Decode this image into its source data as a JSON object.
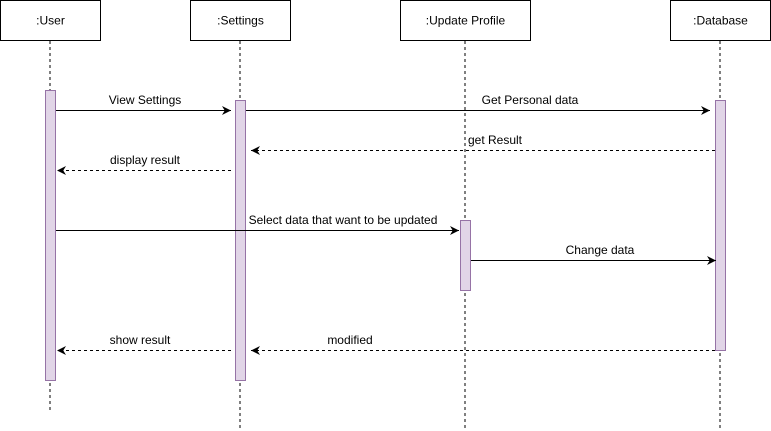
{
  "diagram": {
    "type": "uml-sequence",
    "colors": {
      "background": "#ffffff",
      "line": "#000000",
      "activation_fill": "#e1d5e7",
      "activation_stroke": "#9673a6"
    },
    "participants": [
      {
        "id": "user",
        "label": ":User"
      },
      {
        "id": "settings",
        "label": ":Settings"
      },
      {
        "id": "update",
        "label": ":Update Profile"
      },
      {
        "id": "database",
        "label": ":Database"
      }
    ],
    "messages": [
      {
        "from": "user",
        "to": "settings",
        "label": "View Settings",
        "style": "solid"
      },
      {
        "from": "settings",
        "to": "database",
        "label": "Get Personal data",
        "style": "solid"
      },
      {
        "from": "database",
        "to": "settings",
        "label": "get Result",
        "style": "dashed"
      },
      {
        "from": "settings",
        "to": "user",
        "label": "display result",
        "style": "dashed"
      },
      {
        "from": "user",
        "to": "update",
        "label": "Select data that want to be updated",
        "style": "solid"
      },
      {
        "from": "update",
        "to": "database",
        "label": "Change data",
        "style": "solid"
      },
      {
        "from": "database",
        "to": "settings",
        "label": "modified",
        "style": "dashed"
      },
      {
        "from": "settings",
        "to": "user",
        "label": "show result",
        "style": "dashed"
      }
    ]
  }
}
